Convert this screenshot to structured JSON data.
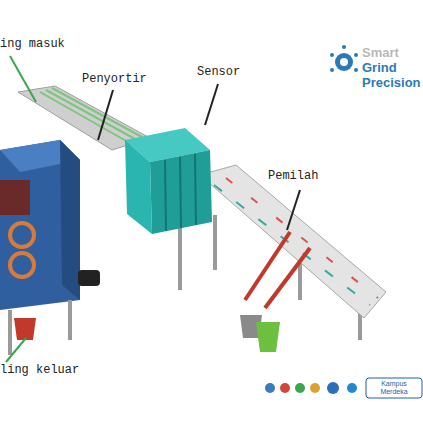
{
  "diagram": {
    "labels": [
      "ing masuk",
      "Penyortir",
      "Sensor",
      "Pemilah",
      "ling keluar",
      "Smart",
      "Grind",
      "Precision",
      "Kampus Merdeka"
    ]
  }
}
